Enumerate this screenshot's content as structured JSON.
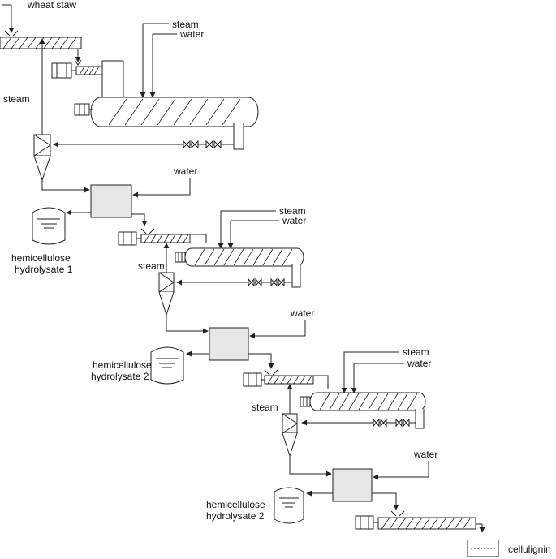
{
  "labels": {
    "feed": "wheat staw",
    "steam": "steam",
    "water": "water",
    "hydrolysate_name": "hemicellulose",
    "hydrolysate_1": "hydrolysate 1",
    "hydrolysate_2": "hydrolysate 2",
    "product": "cellulignin"
  }
}
